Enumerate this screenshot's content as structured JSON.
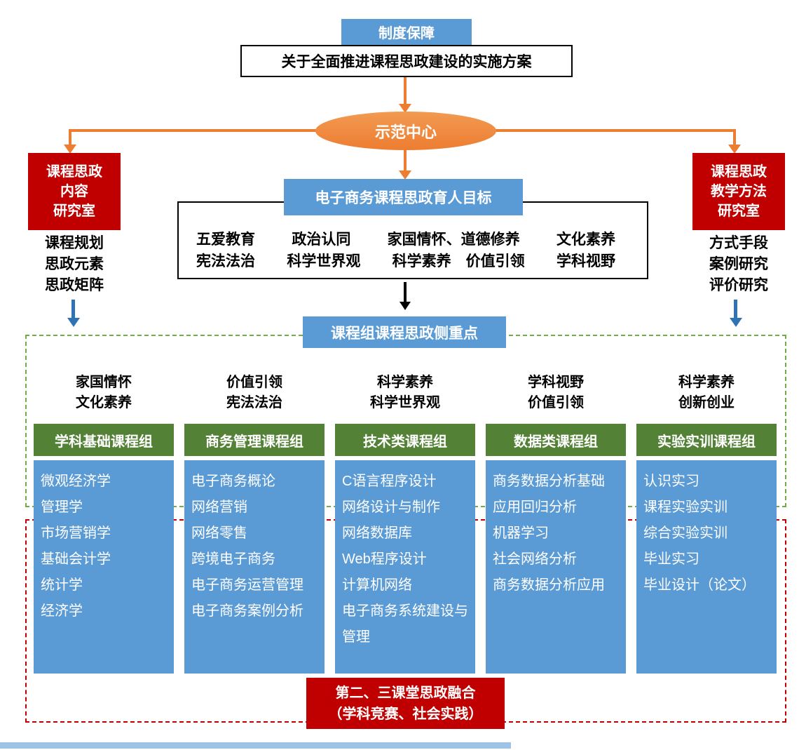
{
  "colors": {
    "blue": "#5B9BD5",
    "orange": "#ED7D31",
    "red": "#C00000",
    "green": "#538135",
    "green_dashed": "#70AD47",
    "blue_arrow": "#2E74B5",
    "light_blue_bar": "#9DC3E6"
  },
  "top": {
    "guarantee_label": "制度保障",
    "plan_title": "关于全面推进课程思政建设的实施方案"
  },
  "center": {
    "ellipse_label": "示范中心"
  },
  "left_branch": {
    "office_lines": [
      "课程思政",
      "内容",
      "研究室"
    ],
    "notes": [
      "课程规划",
      "思政元素",
      "思政矩阵"
    ]
  },
  "right_branch": {
    "office_lines": [
      "课程思政",
      "教学方法",
      "研究室"
    ],
    "notes": [
      "方式手段",
      "案例研究",
      "评价研究"
    ]
  },
  "goal": {
    "title": "电子商务课程思政育人目标",
    "line1": [
      "五爱教育",
      "政治认同",
      "家国情怀、道德修养",
      "文化素养"
    ],
    "line2": [
      "宪法法治",
      "科学世界观",
      "科学素养　价值引领",
      "学科视野"
    ]
  },
  "focus": {
    "title": "课程组课程思政侧重点"
  },
  "columns": [
    {
      "focus": [
        "家国情怀",
        "文化素养"
      ],
      "group": "学科基础课程组",
      "courses": [
        "微观经济学",
        "管理学",
        "市场营销学",
        "基础会计学",
        "统计学",
        "经济学"
      ]
    },
    {
      "focus": [
        "价值引领",
        "宪法法治"
      ],
      "group": "商务管理课程组",
      "courses": [
        "电子商务概论",
        "网络营销",
        "网络零售",
        "跨境电子商务",
        "电子商务运营管理",
        "电子商务案例分析"
      ]
    },
    {
      "focus": [
        "科学素养",
        "科学世界观"
      ],
      "group": "技术类课程组",
      "courses": [
        "C语言程序设计",
        "网络设计与制作",
        "网络数据库",
        "Web程序设计",
        "计算机网络",
        "电子商务系统建设与管理"
      ]
    },
    {
      "focus": [
        "学科视野",
        "价值引领"
      ],
      "group": "数据类课程组",
      "courses": [
        "商务数据分析基础",
        "应用回归分析",
        "机器学习",
        "社会网络分析",
        "商务数据分析应用"
      ]
    },
    {
      "focus": [
        "科学素养",
        "创新创业"
      ],
      "group": "实验实训课程组",
      "courses": [
        "认识实习",
        "课程实验实训",
        "综合实验实训",
        "毕业实习",
        "毕业设计（论文）"
      ]
    }
  ],
  "bottom": {
    "lines": [
      "第二、三课堂思政融合",
      "（学科竞赛、社会实践）"
    ]
  }
}
